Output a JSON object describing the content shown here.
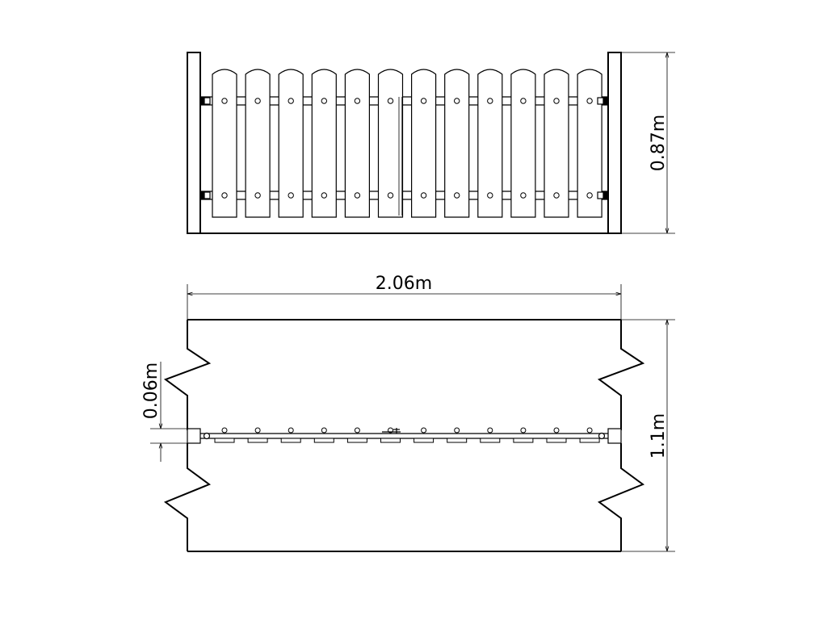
{
  "diagram": {
    "dimensions": {
      "height_label": "0.87m",
      "width_label": "2.06m",
      "thickness_label": "0.06m",
      "depth_label": "1.1m"
    },
    "picket_count": 12,
    "line_color": "#000000",
    "background_color": "#ffffff"
  }
}
